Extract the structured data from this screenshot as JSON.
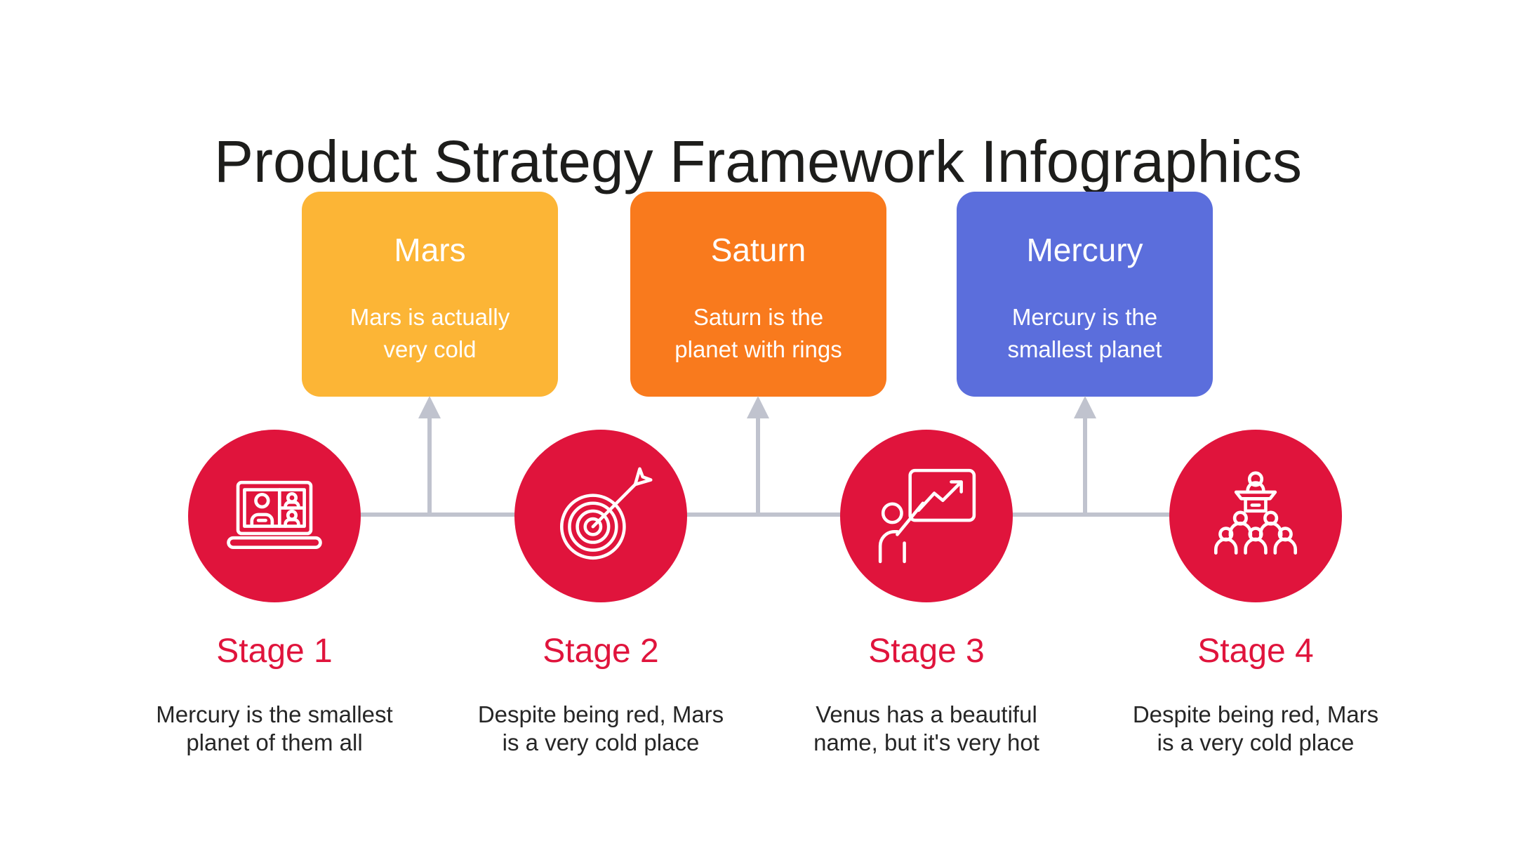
{
  "title": "Product Strategy Framework Infographics",
  "callouts": [
    {
      "title": "Mars",
      "description": "Mars is actually\nvery cold",
      "color": "#FCB536"
    },
    {
      "title": "Saturn",
      "description": "Saturn is the\nplanet with rings",
      "color": "#F97A1D"
    },
    {
      "title": "Mercury",
      "description": "Mercury is the\nsmallest planet",
      "color": "#5B6EDC"
    }
  ],
  "stages": [
    {
      "label": "Stage 1",
      "description": "Mercury is the smallest\nplanet of them all",
      "icon": "video-conference-icon"
    },
    {
      "label": "Stage 2",
      "description": "Despite being red, Mars\nis a very cold place",
      "icon": "target-dart-icon"
    },
    {
      "label": "Stage 3",
      "description": "Venus has a beautiful\nname, but it's very hot",
      "icon": "presenter-chart-icon"
    },
    {
      "label": "Stage 4",
      "description": "Despite being red, Mars\nis a very cold place",
      "icon": "speaker-audience-icon"
    }
  ],
  "colors": {
    "stage_accent": "#E0143C",
    "circle_fill": "#E0143C",
    "connector": "#C0C3CE",
    "mars_box": "#FCB536",
    "saturn_box": "#F97A1D",
    "mercury_box": "#5B6EDC",
    "title_text": "#1D1D1B",
    "body_text": "#262626",
    "callout_text": "#FFFFFF"
  }
}
